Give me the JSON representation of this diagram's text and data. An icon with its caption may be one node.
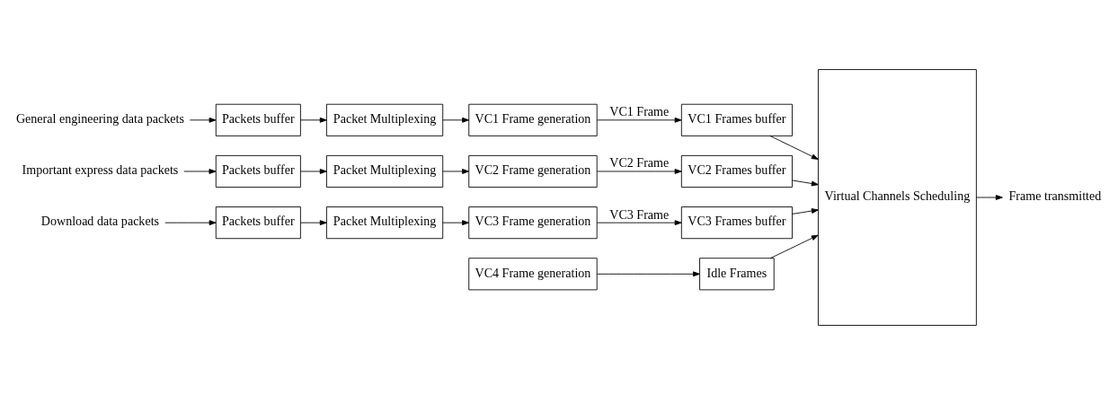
{
  "diagram": {
    "nodes": [
      {
        "text": [
          "General engineering data packets"
        ]
      },
      {
        "text": [
          "Packets buffer"
        ]
      },
      {
        "text": [
          "Packet Multiplexing"
        ]
      },
      {
        "text": [
          "VC1 Frame generation"
        ]
      },
      {
        "text": [
          "VC1 Frames buffer"
        ]
      },
      {
        "text": [
          "Important express data packets"
        ]
      },
      {
        "text": [
          "Packets buffer"
        ]
      },
      {
        "text": [
          "Packet Multiplexing"
        ]
      },
      {
        "text": [
          "VC2 Frame generation"
        ]
      },
      {
        "text": [
          "VC2 Frames buffer"
        ]
      },
      {
        "text": [
          "Download data packets"
        ]
      },
      {
        "text": [
          "Packets buffer"
        ]
      },
      {
        "text": [
          "Packet Multiplexing"
        ]
      },
      {
        "text": [
          "VC3 Frame generation"
        ]
      },
      {
        "text": [
          "VC3 Frames buffer"
        ]
      },
      {
        "text": [
          "VC4 Frame generation"
        ]
      },
      {
        "text": [
          "Idle Frames"
        ]
      },
      {
        "text": [
          "Virtual Channels Scheduling"
        ]
      },
      {
        "text": [
          "Frame transmitted"
        ]
      }
    ],
    "edges": [
      {
        "from": 0,
        "to": 1,
        "arrow": "to"
      },
      {
        "from": 1,
        "to": 2,
        "arrow": "to"
      },
      {
        "from": 2,
        "to": 3,
        "arrow": "to"
      },
      {
        "from": 3,
        "to": 4,
        "arrow": "to",
        "label": "VC1 Frame"
      },
      {
        "from": 4,
        "to": 17,
        "arrow": "to"
      },
      {
        "from": 5,
        "to": 6,
        "arrow": "to"
      },
      {
        "from": 6,
        "to": 7,
        "arrow": "to"
      },
      {
        "from": 7,
        "to": 8,
        "arrow": "to"
      },
      {
        "from": 8,
        "to": 9,
        "arrow": "to",
        "label": "VC2 Frame"
      },
      {
        "from": 9,
        "to": 17,
        "arrow": "to"
      },
      {
        "from": 10,
        "to": 11,
        "arrow": "to"
      },
      {
        "from": 11,
        "to": 12,
        "arrow": "to"
      },
      {
        "from": 12,
        "to": 13,
        "arrow": "to"
      },
      {
        "from": 13,
        "to": 14,
        "arrow": "to",
        "label": "VC3 Frame"
      },
      {
        "from": 14,
        "to": 17,
        "arrow": "to"
      },
      {
        "from": 15,
        "to": 16,
        "arrow": "to"
      },
      {
        "from": 16,
        "to": 17,
        "arrow": "to"
      },
      {
        "from": 17,
        "to": 18,
        "arrow": "to"
      }
    ]
  }
}
